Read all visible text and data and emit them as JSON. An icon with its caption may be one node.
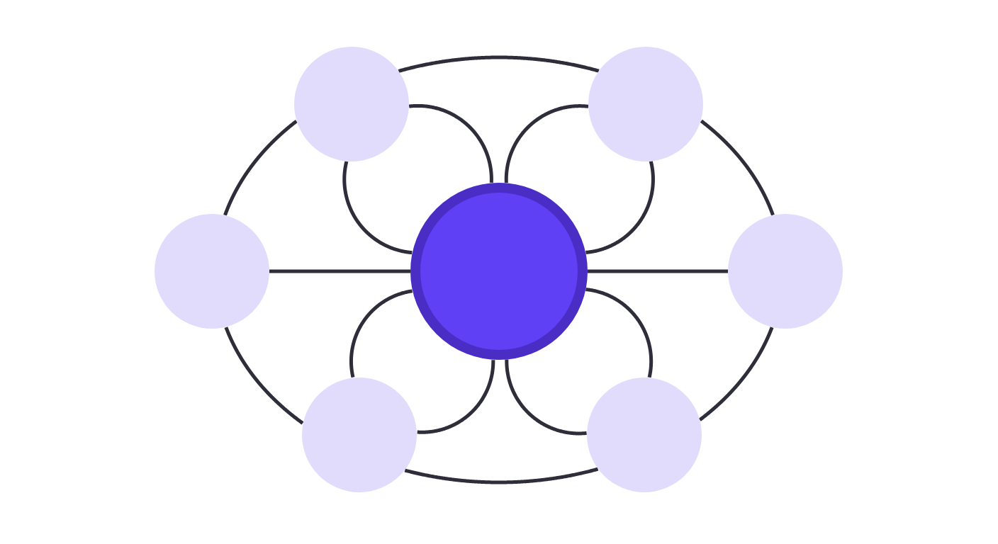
{
  "diagram": {
    "nodes": [
      {
        "text": [],
        "shape": "circle"
      },
      {
        "text": [],
        "shape": "circle"
      },
      {
        "text": [],
        "shape": "circle"
      },
      {
        "text": [],
        "shape": "circle"
      },
      {
        "text": [],
        "shape": "circle"
      },
      {
        "text": [],
        "shape": "circle"
      },
      {
        "text": [],
        "shape": "circle"
      }
    ],
    "edges": [
      {
        "from": 0,
        "to": 1,
        "arrow": "none"
      },
      {
        "from": 1,
        "to": 4,
        "arrow": "none"
      },
      {
        "from": 4,
        "to": 6,
        "arrow": "none"
      },
      {
        "from": 6,
        "to": 5,
        "arrow": "none"
      },
      {
        "from": 5,
        "to": 2,
        "arrow": "none"
      },
      {
        "from": 2,
        "to": 0,
        "arrow": "none"
      },
      {
        "from": 3,
        "to": 0,
        "arrow": "none"
      },
      {
        "from": 3,
        "to": 0,
        "arrow": "none"
      },
      {
        "from": 3,
        "to": 1,
        "arrow": "none"
      },
      {
        "from": 3,
        "to": 1,
        "arrow": "none"
      },
      {
        "from": 3,
        "to": 2,
        "arrow": "none"
      },
      {
        "from": 3,
        "to": 4,
        "arrow": "none"
      },
      {
        "from": 3,
        "to": 5,
        "arrow": "none"
      },
      {
        "from": 3,
        "to": 5,
        "arrow": "none"
      },
      {
        "from": 3,
        "to": 6,
        "arrow": "none"
      },
      {
        "from": 3,
        "to": 6,
        "arrow": "none"
      }
    ]
  }
}
